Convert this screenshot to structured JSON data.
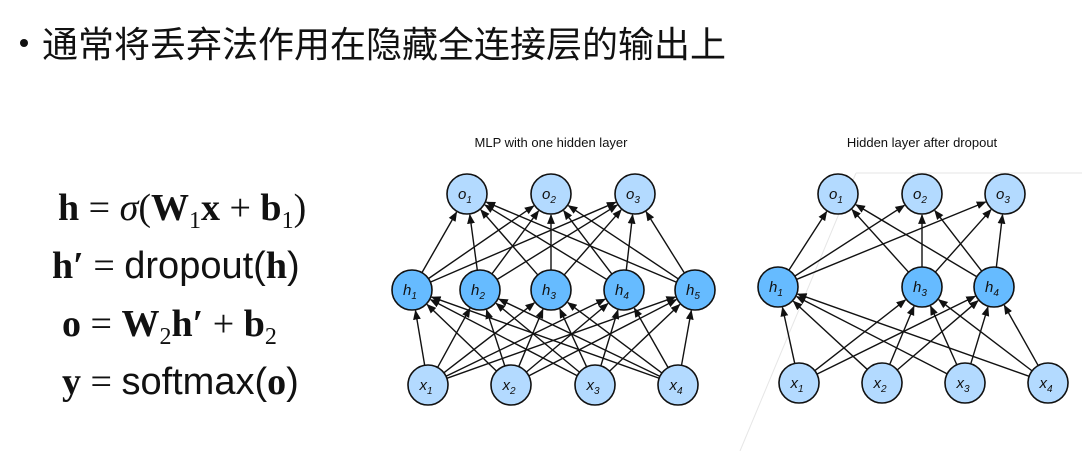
{
  "bullet": {
    "text": "通常将丢弃法作用在隐藏全连接层的输出上"
  },
  "formulas": [
    {
      "lhs": "h",
      "rhs": "σ(W₁x + b₁)"
    },
    {
      "lhs": "h′",
      "rhs": "dropout(h)"
    },
    {
      "lhs": "o",
      "rhs": "W₂h′ + b₂"
    },
    {
      "lhs": "y",
      "rhs": "softmax(o)"
    }
  ],
  "formula_parts": {
    "f1": {
      "lhs": "h",
      "eq": "=",
      "sigma": "σ",
      "open": "(",
      "W": "W",
      "w_sub": "1",
      "x": "x",
      "plus": "+",
      "b": "b",
      "b_sub": "1",
      "close": ")"
    },
    "f2": {
      "lhs": "h′",
      "eq": "=",
      "fn": "dropout(",
      "arg": "h",
      "close": ")"
    },
    "f3": {
      "lhs": "o",
      "eq": "=",
      "W": "W",
      "w_sub": "2",
      "h": "h′",
      "plus": "+",
      "b": "b",
      "b_sub": "2"
    },
    "f4": {
      "lhs": "y",
      "eq": "=",
      "fn": "softmax(",
      "arg": "o",
      "close": ")"
    }
  },
  "colors": {
    "hidden_fill": "#66bbff",
    "io_fill": "#b3daff",
    "stroke": "#111111"
  },
  "diagrams": [
    {
      "title": "MLP with one hidden layer",
      "inputs": [
        "x1",
        "x2",
        "x3",
        "x4"
      ],
      "hidden": [
        "h1",
        "h2",
        "h3",
        "h4",
        "h5"
      ],
      "outputs": [
        "o1",
        "o2",
        "o3"
      ],
      "kept_hidden": [
        "h1",
        "h2",
        "h3",
        "h4",
        "h5"
      ]
    },
    {
      "title": "Hidden layer after dropout",
      "inputs": [
        "x1",
        "x2",
        "x3",
        "x4"
      ],
      "hidden": [
        "h1",
        "h3",
        "h4"
      ],
      "outputs": [
        "o1",
        "o2",
        "o3"
      ],
      "kept_hidden": [
        "h1",
        "h3",
        "h4"
      ]
    }
  ]
}
